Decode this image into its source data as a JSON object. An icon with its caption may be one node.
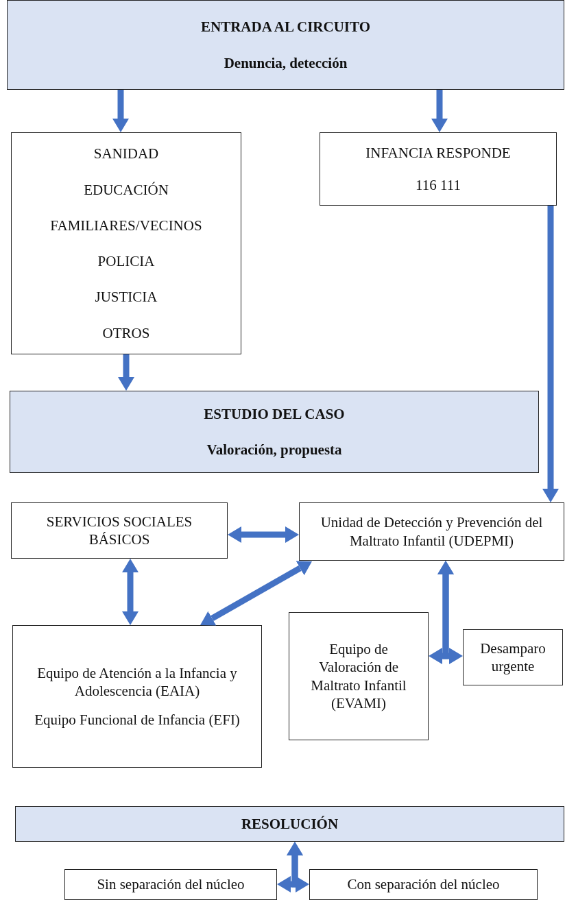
{
  "diagram": {
    "nodes": [
      {
        "text": [
          "ENTRADA AL CIRCUITO",
          "Denuncia, detección"
        ]
      },
      {
        "text": [
          "SANIDAD",
          "EDUCACIÓN",
          "FAMILIARES/VECINOS",
          "POLICIA",
          "JUSTICIA",
          "OTROS"
        ]
      },
      {
        "text": [
          "INFANCIA RESPONDE",
          "116 111"
        ]
      },
      {
        "text": [
          "ESTUDIO DEL CASO",
          "Valoración, propuesta"
        ]
      },
      {
        "text": [
          "SERVICIOS SOCIALES BÁSICOS"
        ]
      },
      {
        "text": [
          "Unidad de Detección y Prevención del Maltrato Infantil (UDEPMI)"
        ]
      },
      {
        "text": [
          "Equipo de Atención a la Infancia y Adolescencia (EAIA)",
          "Equipo Funcional de Infancia (EFI)"
        ]
      },
      {
        "text": [
          "Equipo de Valoración de Maltrato Infantil (EVAMI)"
        ]
      },
      {
        "text": [
          "Desamparo urgente"
        ]
      },
      {
        "text": [
          "RESOLUCIÓN"
        ]
      },
      {
        "text": [
          "Sin separación del núcleo"
        ]
      },
      {
        "text": [
          "Con separación del núcleo"
        ]
      }
    ],
    "edges": [
      {
        "from": 0,
        "to": 1,
        "arrow": "to"
      },
      {
        "from": 0,
        "to": 2,
        "arrow": "to"
      },
      {
        "from": 1,
        "to": 3,
        "arrow": "to"
      },
      {
        "from": 2,
        "to": 5,
        "arrow": "to"
      },
      {
        "from": 4,
        "to": 5,
        "arrow": "both"
      },
      {
        "from": 4,
        "to": 6,
        "arrow": "both"
      },
      {
        "from": 5,
        "to": 6,
        "arrow": "both"
      },
      {
        "from": 5,
        "to": 7,
        "arrow": "both"
      },
      {
        "from": 5,
        "to": 8,
        "arrow": "both"
      },
      {
        "from": 9,
        "to": 10,
        "arrow": "both"
      },
      {
        "from": 9,
        "to": 11,
        "arrow": "both"
      }
    ]
  }
}
